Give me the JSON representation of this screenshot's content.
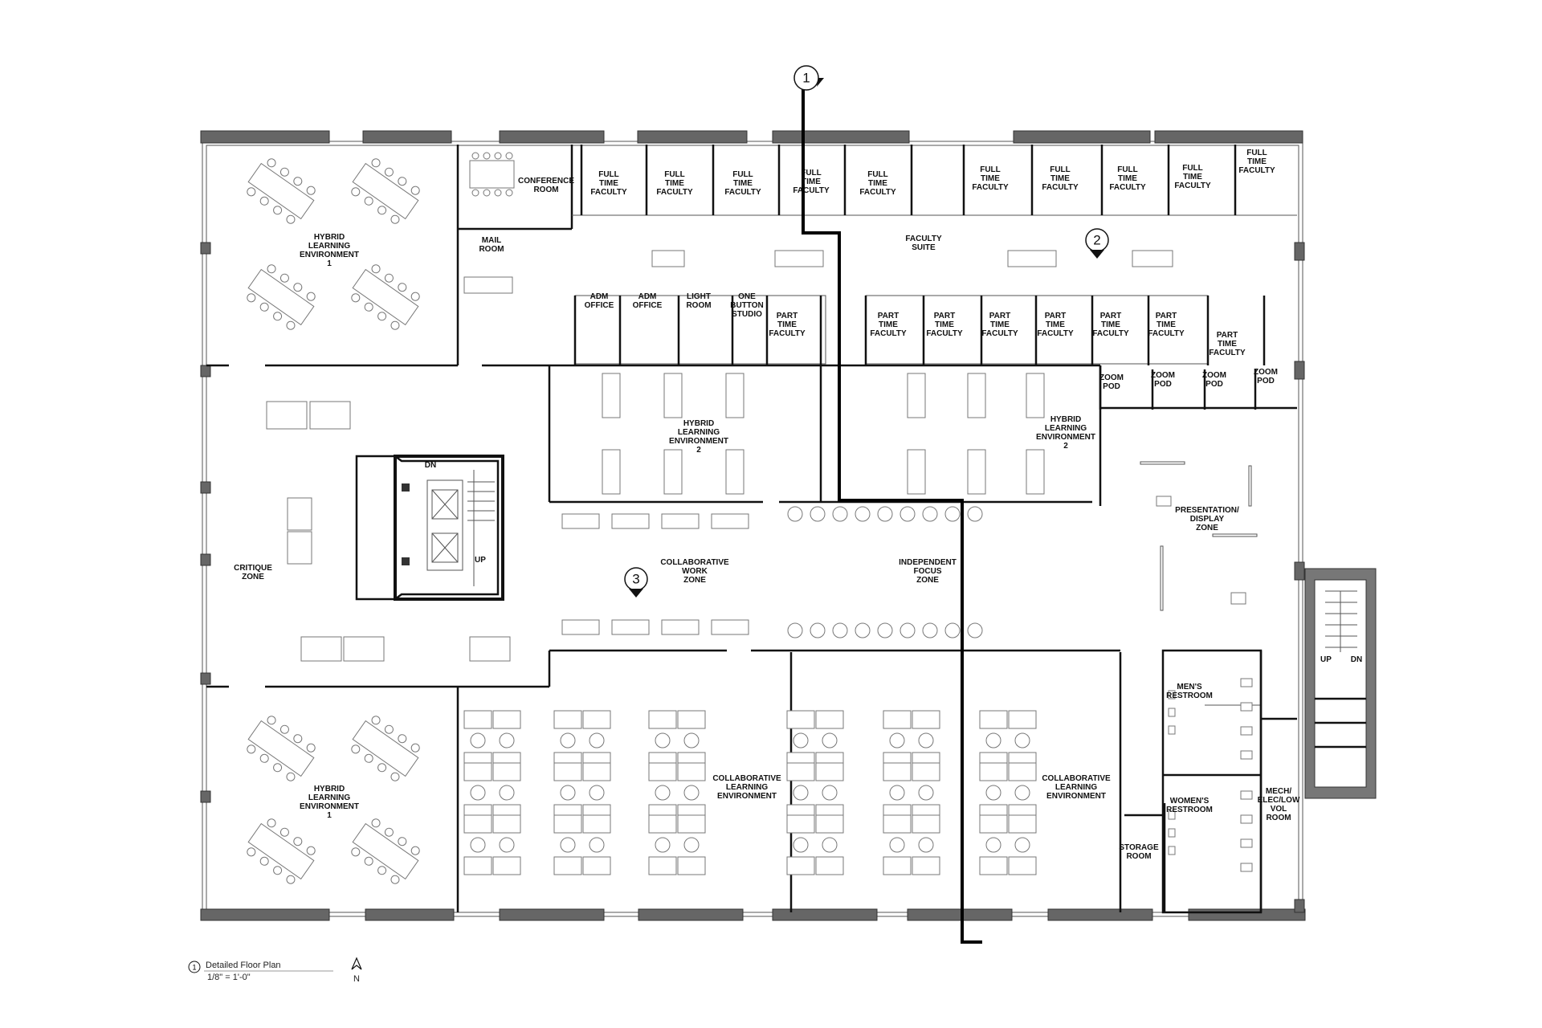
{
  "rooms": {
    "hybrid_1_top": "HYBRID|LEARNING|ENVIRONMENT|1",
    "hybrid_1_bottom": "HYBRID|LEARNING|ENVIRONMENT|1",
    "conference": "CONFERENCE|ROOM",
    "mail": "MAIL|ROOM",
    "full_time_faculty": "FULL|TIME|FACULTY",
    "faculty_suite": "FACULTY|SUITE",
    "adm_office": "ADM|OFFICE",
    "light_room": "LIGHT|ROOM",
    "one_button": "ONE|BUTTON|STUDIO",
    "part_time_faculty": "PART|TIME|FACULTY",
    "zoom_pod": "ZOOM|POD",
    "hybrid_2": "HYBRID|LEARNING|ENVIRONMENT|2",
    "presentation": "PRESENTATION/|DISPLAY|ZONE",
    "critique": "CRITIQUE|ZONE",
    "collab_work": "COLLABORATIVE|WORK|ZONE",
    "independent": "INDEPENDENT|FOCUS|ZONE",
    "collab_learning": "COLLABORATIVE|LEARNING|ENVIRONMENT",
    "mens": "MEN'S|RESTROOM",
    "womens": "WOMEN'S|RESTROOM",
    "storage": "STORAGE|ROOM",
    "mech": "MECH/|ELEC/LOW|VOL|ROOM",
    "stair_dn": "DN",
    "stair_up": "UP"
  },
  "markers": {
    "section_1": "1",
    "view_2": "2",
    "view_3": "3"
  },
  "legend": {
    "number": "1",
    "title": "Detailed Floor Plan",
    "scale": "1/8\" = 1'-0\"",
    "north": "N"
  }
}
